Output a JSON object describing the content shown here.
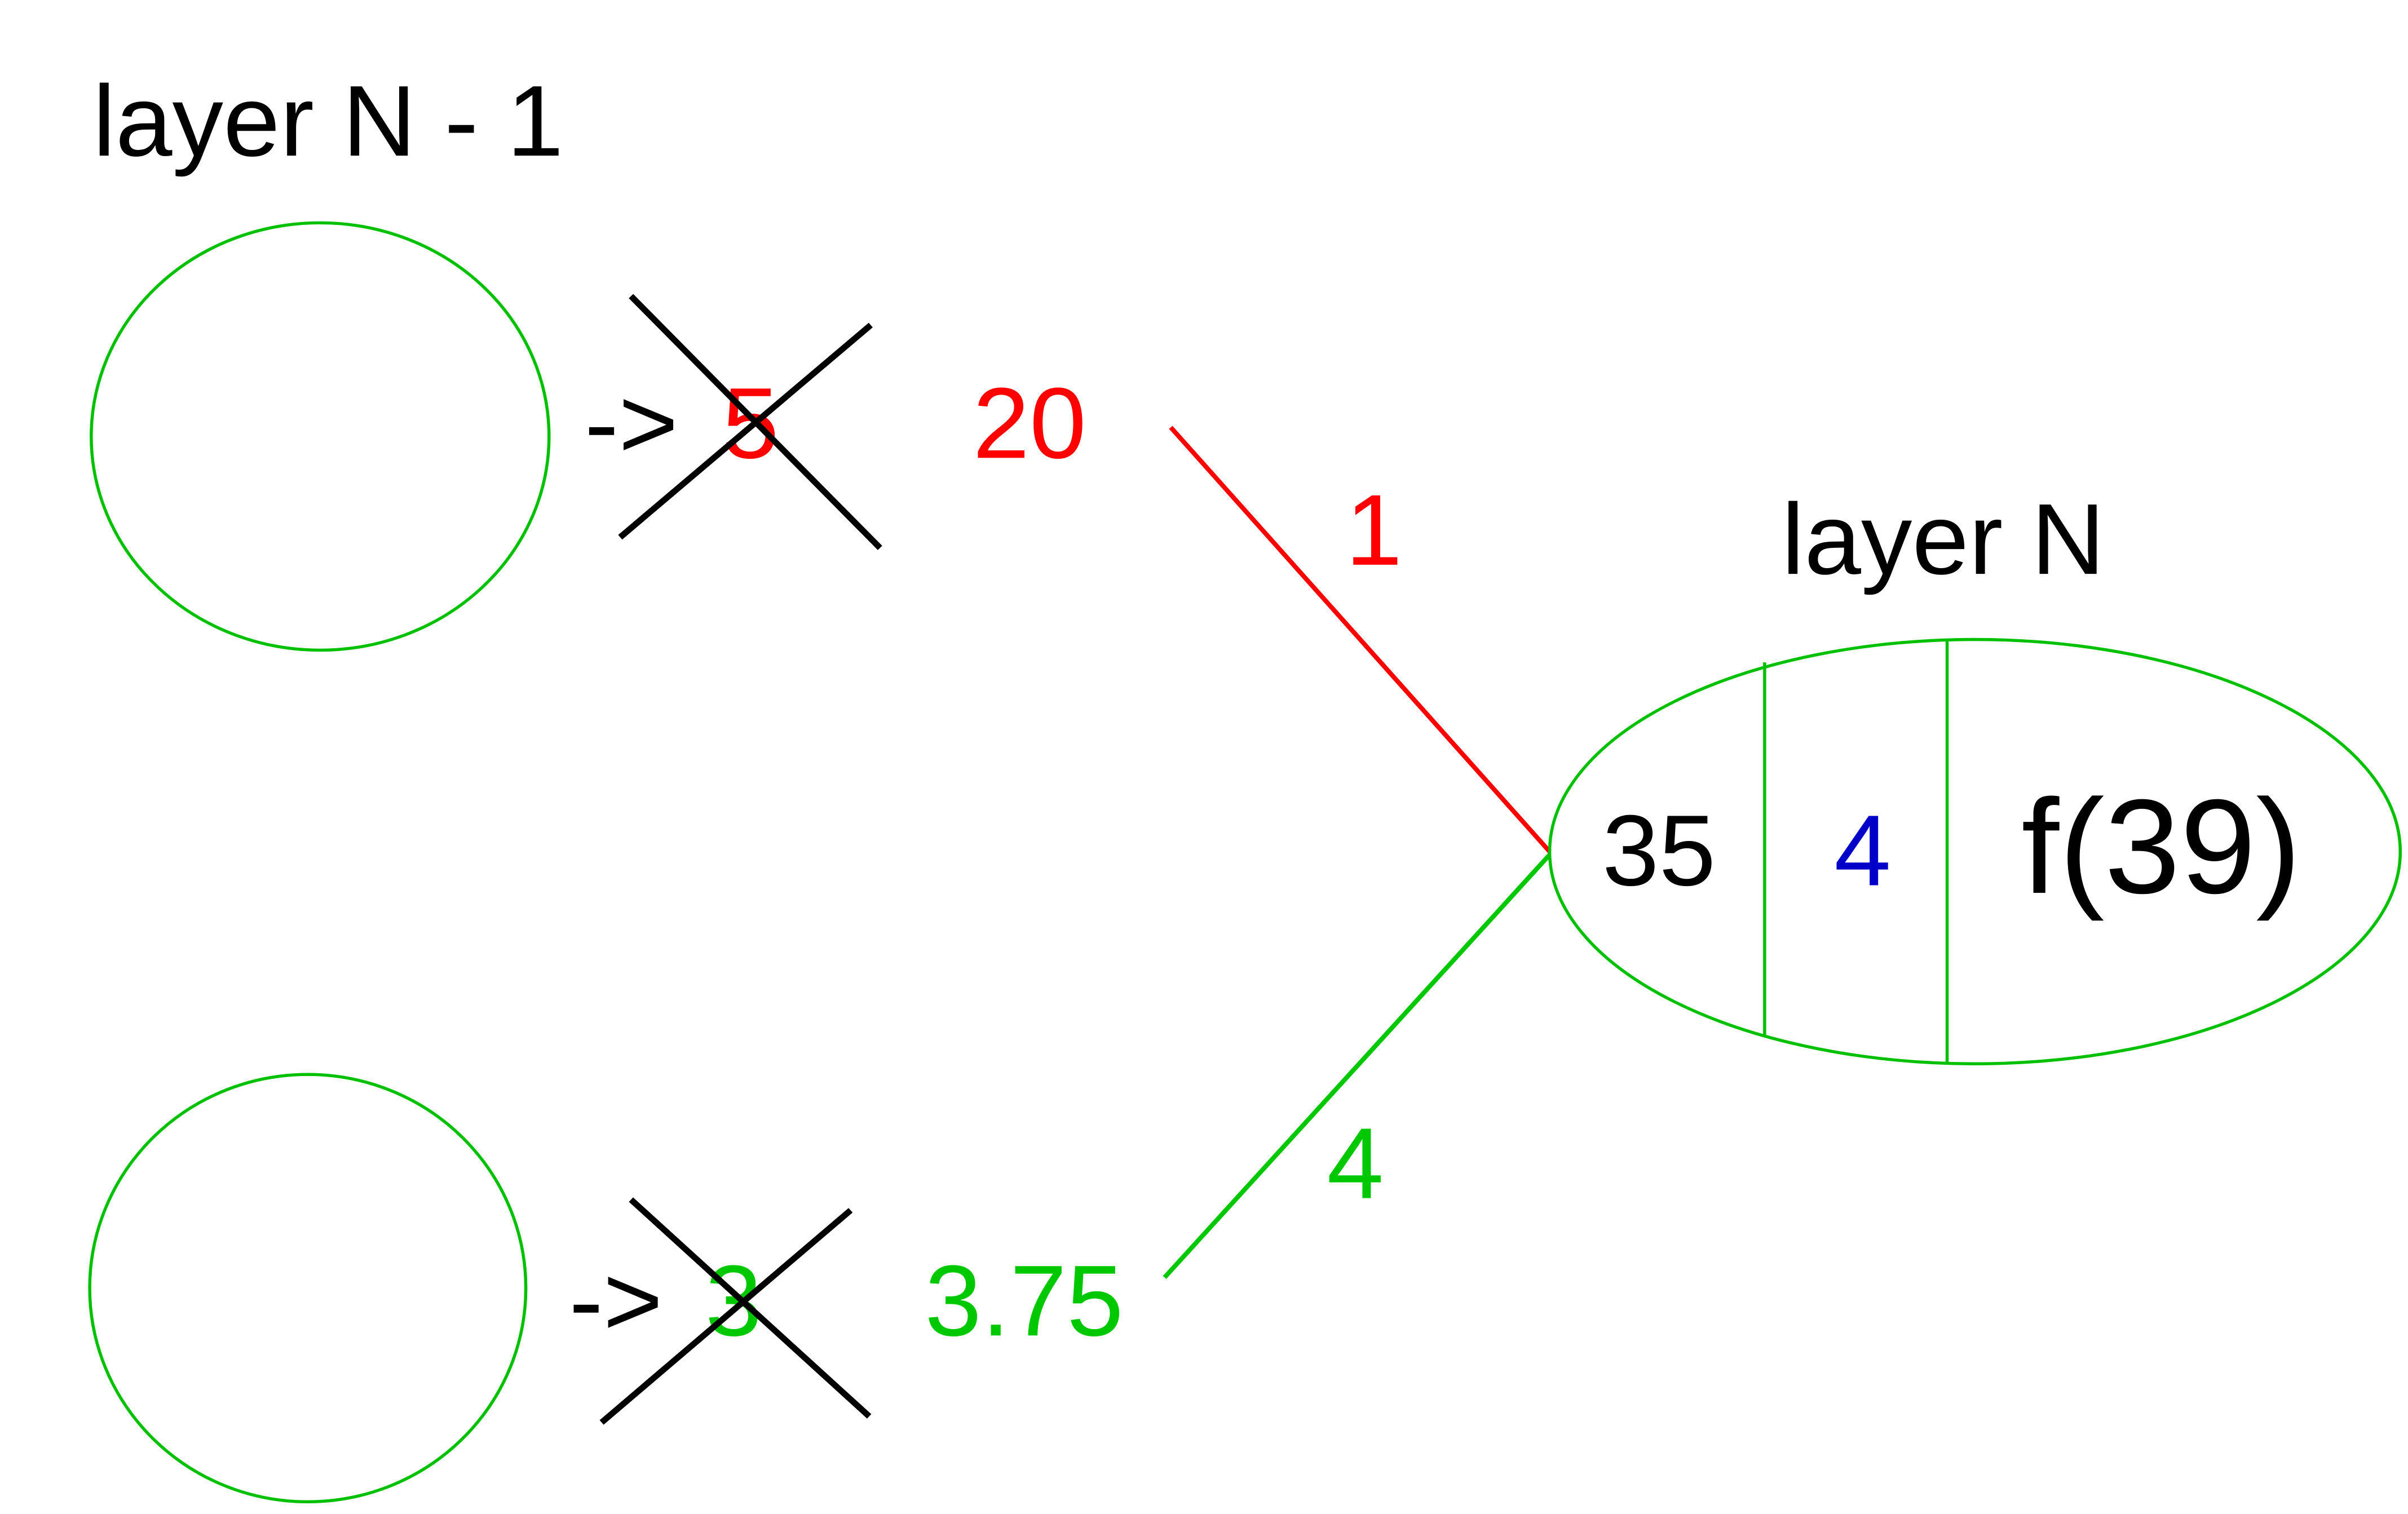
{
  "colors": {
    "node_stroke": "#00c000",
    "red": "#ff0000",
    "green": "#00c800",
    "blue": "#0000c8",
    "black": "#000000"
  },
  "labels": {
    "prev_layer": "layer N - 1",
    "layer": "layer N"
  },
  "top_input": {
    "arrow": "->",
    "old_value": "5",
    "new_value": "20",
    "weight": "1"
  },
  "bottom_input": {
    "arrow": "->",
    "old_value": "3",
    "new_value": "3.75",
    "weight": "4"
  },
  "output_node": {
    "sum": "35",
    "bias": "4",
    "activation": "f(39)"
  }
}
